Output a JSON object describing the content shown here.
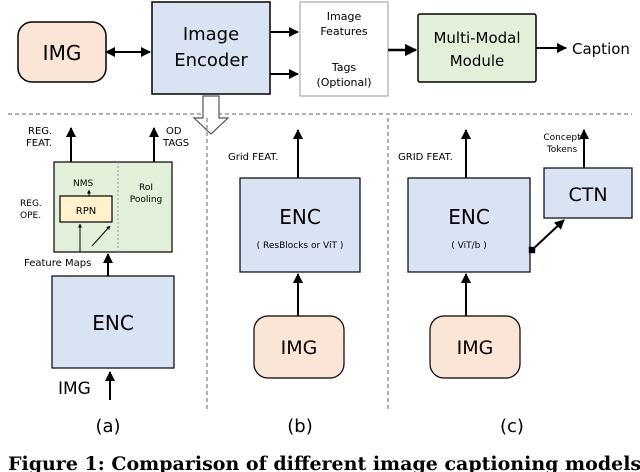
{
  "top": {
    "img_label": "IMG",
    "image_encoder_line1": "Image",
    "image_encoder_line2": "Encoder",
    "features_line1": "Image",
    "features_line2": "Features",
    "tags_line1": "Tags",
    "tags_line2": "(Optional)",
    "multimodal_line1": "Multi-Modal",
    "multimodal_line2": "Module",
    "caption": "Caption"
  },
  "panel_a": {
    "reg_feat_line1": "REG.",
    "reg_feat_line2": "FEAT.",
    "od_tags_line1": "OD",
    "od_tags_line2": "TAGS",
    "reg_ope_line1": "REG.",
    "reg_ope_line2": "OPE.",
    "nms": "NMS",
    "rpn": "RPN",
    "roi_line1": "RoI",
    "roi_line2": "Pooling",
    "feature_maps": "Feature Maps",
    "enc": "ENC",
    "img": "IMG",
    "label": "(a)"
  },
  "panel_b": {
    "grid_feat": "Grid FEAT.",
    "enc": "ENC",
    "enc_sub": "( ResBlocks or ViT )",
    "img": "IMG",
    "label": "(b)"
  },
  "panel_c": {
    "grid_feat": "GRID FEAT.",
    "concept_line1": "Concept",
    "concept_line2": "Tokens",
    "enc": "ENC",
    "enc_sub": "( ViT/b )",
    "ctn": "CTN",
    "img": "IMG",
    "label": "(c)"
  },
  "caption_text": "Figure 1: Comparison of different image captioning models",
  "colors": {
    "img_fill": "#fbe5d6",
    "enc_fill": "#dae3f3",
    "green_fill": "#e2f0d9",
    "rpn_fill": "#fff2cc",
    "multimodal_fill": "#e2f0d9"
  }
}
